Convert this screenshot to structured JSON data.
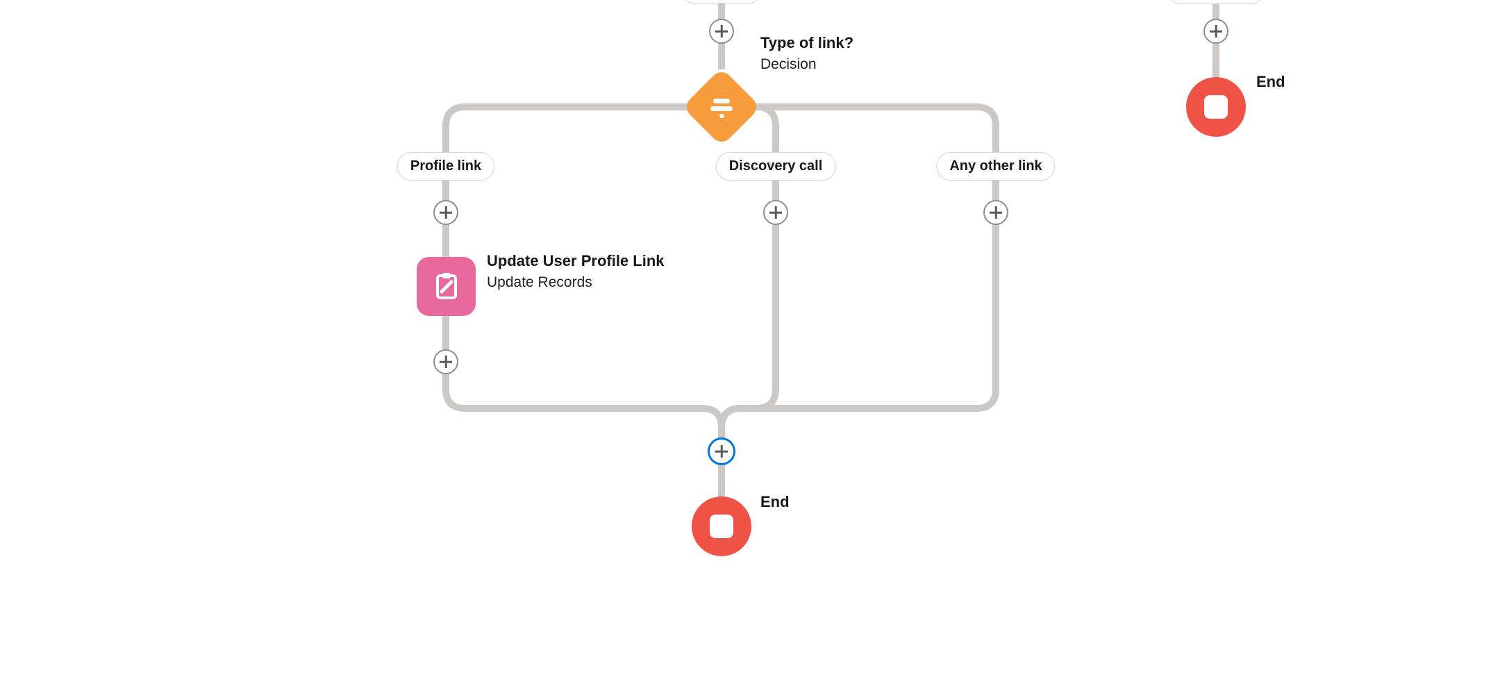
{
  "colors": {
    "connector": "#cbc8c5",
    "decision_orange": "#F79C3D",
    "update_pink": "#E8699B",
    "end_red": "#EE5345",
    "highlight_blue": "#0176D3",
    "text_primary": "#181818",
    "plus_border": "#8f8d8b",
    "plus_glyph": "#5c5a58",
    "pill_border": "#d9d7d5"
  },
  "decision_node": {
    "title": "Type of link?",
    "subtitle": "Decision",
    "icon": "decision-signpost-icon"
  },
  "branches": [
    {
      "label": "Profile link"
    },
    {
      "label": "Discovery call"
    },
    {
      "label": "Any other link"
    }
  ],
  "update_node": {
    "title": "Update User Profile Link",
    "subtitle": "Update Records",
    "icon": "record-update-icon"
  },
  "end_main": {
    "label": "End",
    "icon": "end-stop-icon"
  },
  "end_top_right": {
    "label": "End",
    "icon": "end-stop-icon"
  }
}
